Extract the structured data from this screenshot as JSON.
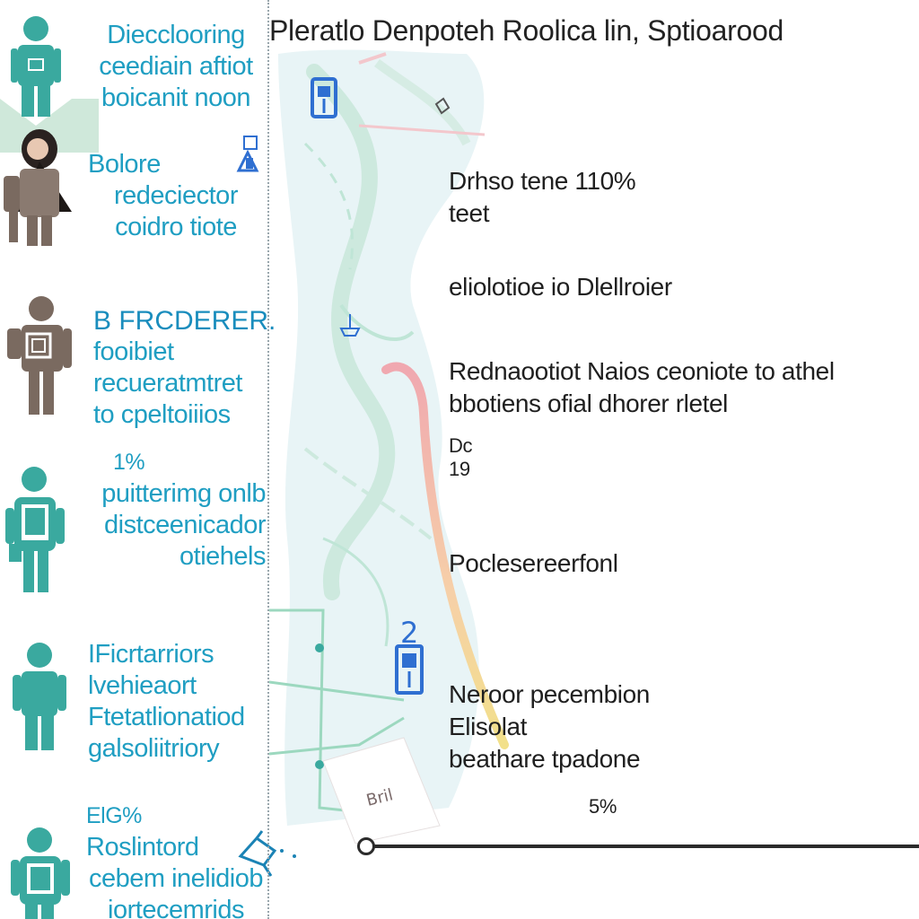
{
  "title": "Pleratlo Denpoteh Roolica lin,  Sptioarood",
  "colors": {
    "teal": "#3aa99f",
    "brown": "#7a6a60",
    "blue_text": "#1f9ec2",
    "route_pink": "#f0a8b0",
    "route_yellow": "#f2e08a",
    "map_fill": "#e8f4f6",
    "map_line": "#bfe5d6",
    "transit_blue": "#2f6fd1"
  },
  "left_panel": [
    {
      "icon": "person-icon",
      "lines": [
        "Diecclooring",
        "ceediain aftiot",
        "boicanit noon"
      ]
    },
    {
      "icon": "woman-with-bag-icon",
      "lines": [
        "Bolore",
        "redeciector",
        "coidro tiote"
      ]
    },
    {
      "icon": "person-with-frame-icon",
      "lines": [
        "B FRCDERER.",
        "fooibiet",
        "recueratmtret",
        "to cpeltoiiios"
      ]
    },
    {
      "icon": "person-with-bag-icon",
      "lines": [
        "1%",
        "puitterimg onlb",
        "distceenicador",
        "otiehels"
      ]
    },
    {
      "icon": "person-icon",
      "lines": [
        "IFicrtarriors",
        "lvehieaort",
        "Ftetatlionatiod",
        "galsoliitriory"
      ]
    },
    {
      "icon": "person-with-backpack-icon",
      "lines": [
        "ElG%",
        "Roslintord",
        "cebem inelidiob",
        "iortecemrids"
      ]
    }
  ],
  "annotations": {
    "a1": [
      "Drhso tene 110%",
      "teet"
    ],
    "a2": [
      "eliolotioe io Dlellroier"
    ],
    "a3": [
      "Rednaootiot Naios ceoniote to athel",
      "bbotiens ofial dhorer rletel"
    ],
    "a3_small": [
      "Dc",
      "19"
    ],
    "a4": [
      "Poclesereerfonl"
    ],
    "a5": [
      "Neroor pecembion",
      "Elisolat",
      "beathare tpadone"
    ],
    "a5_small": "5%"
  },
  "map": {
    "card_label": "Bril"
  },
  "slider": {
    "value": 0.0
  }
}
